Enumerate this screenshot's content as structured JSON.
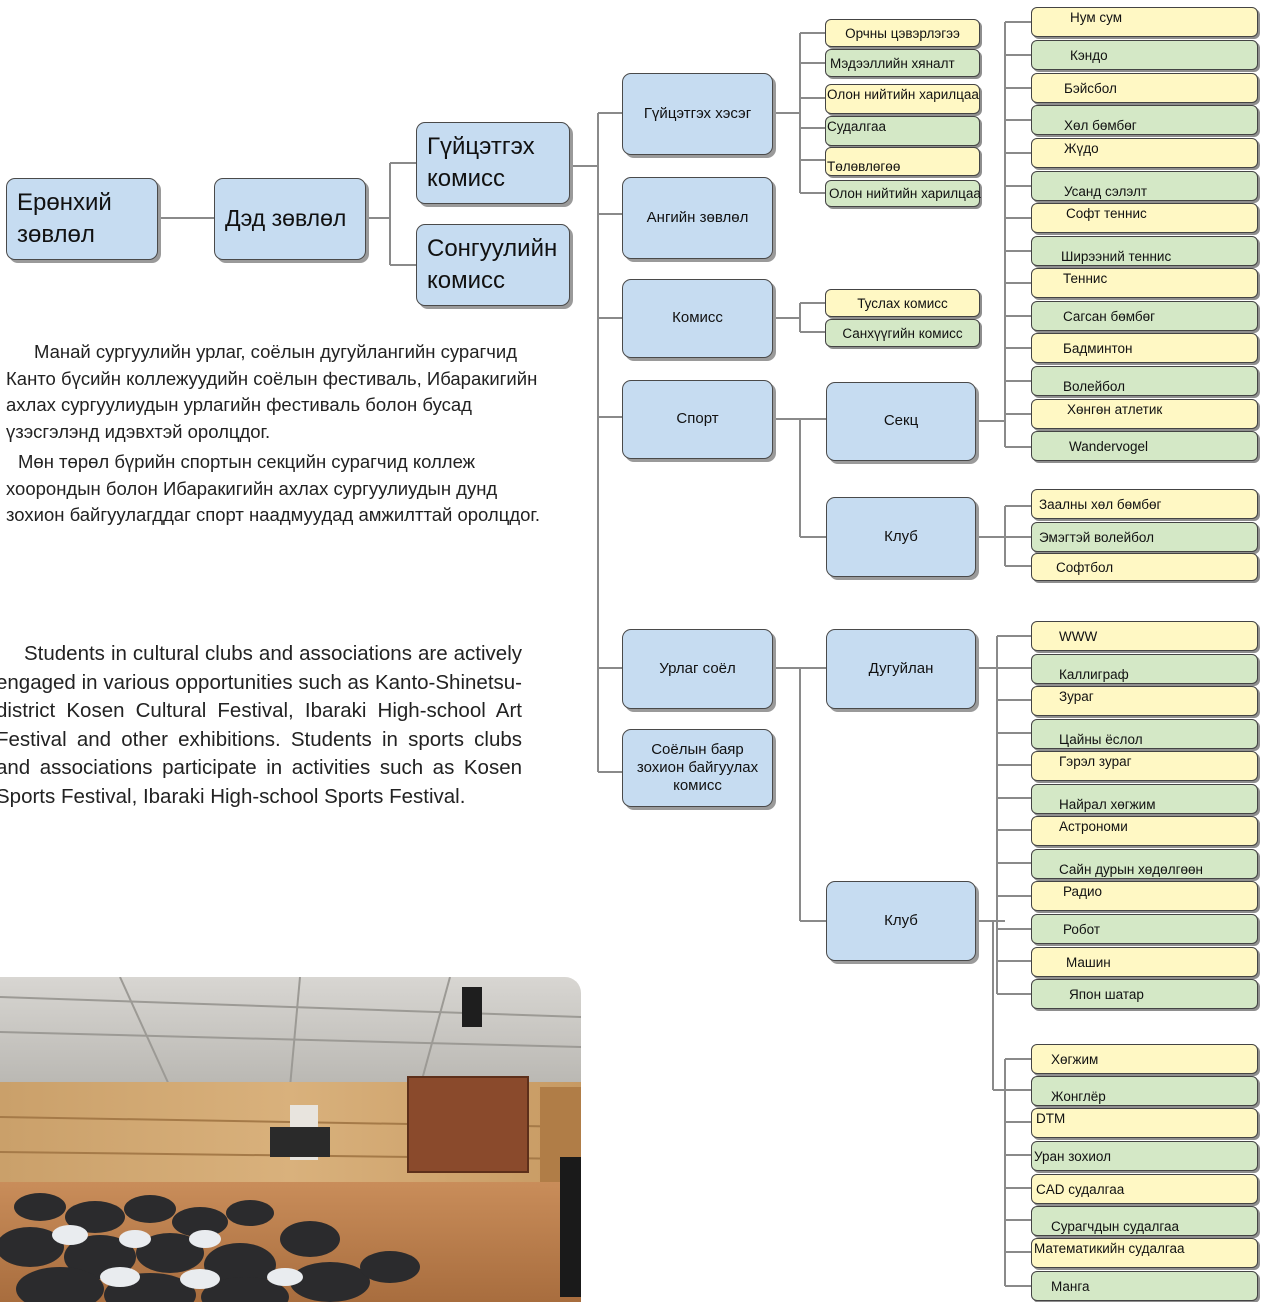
{
  "root": {
    "general_council": "Ерөнхий\nзөвлөл",
    "sub_council": "Дэд зөвлөл",
    "executive_commission": "Гүйцэтгэх\nкомисс",
    "election_commission": "Сонгуулийн\nкомисс"
  },
  "level2": {
    "executive_dept": "Гүйцэтгэх хэсэг",
    "class_council": "Ангийн зөвлөл",
    "commission": "Комисс",
    "sports": "Спорт",
    "arts_culture": "Урлаг соёл",
    "festival_committee": "Соёлын баяр\nзохион байгуулах\nкомисс"
  },
  "level3": {
    "sports_section": "Секц",
    "sports_club": "Клуб",
    "arts_circle": "Дугуйлан",
    "arts_club": "Клуб"
  },
  "executive_items": [
    "Орчны цэвэрлэгээ",
    "Мэдээллийн хяналт",
    "Олон нийтийн харилцаа",
    "Судалгаа",
    "Төлөвлөгөө",
    "Олон нийтийн харилцаа"
  ],
  "commission_items": [
    "Туслах комисс",
    "Санхүүгийн комисс"
  ],
  "section_items": [
    "Нум сум",
    "Кэндо",
    "Бэйсбол",
    "Хөл бөмбөг",
    "Жүдо",
    "Усанд сэлэлт",
    "Софт теннис",
    "Ширээний теннис",
    "Теннис",
    "Сагсан бөмбөг",
    "Бадминтон",
    "Волейбол",
    "Хөнгөн атлетик",
    "Wandervogel"
  ],
  "sports_club_items": [
    "Заалны хөл бөмбөг",
    "Эмэгтэй волейбол",
    "Софтбол"
  ],
  "circle_items": [
    "WWW",
    "Каллиграф",
    "Зураг",
    "Цайны ёслол",
    "Гэрэл зураг",
    "Найрал хөгжим",
    "Астрономи",
    "Сайн дурын хөдөлгөөн",
    "Радио",
    "Робот",
    "Машин",
    "Япон шатар"
  ],
  "arts_club_items": [
    "Хөгжим",
    "Жонглёр",
    "DTM",
    "Уран зохиол",
    "CAD судалгаа",
    "Сурагчдын судалгаа",
    "Математикийн судалгаа",
    "Манга"
  ],
  "text": {
    "mn_p1": "Манай сургуулийн урлаг, соёлын дугуйлангийн сурагчид Канто бүсийн коллежуудийн соёлын фестиваль, Ибаракигийн ахлах сургуулиудын урлагийн фестиваль болон бусад үзэсгэлэнд идэвхтэй оролцдог.",
    "mn_p2": "Мөн төрөл бүрийн спортын секцийн сурагчид коллеж хоорондын болон Ибаракигийн ахлах сургуулиудын дунд зохион байгуулагддаг спорт наадмуудад амжилттай оролцдог.",
    "en": "Students in cultural clubs and associations are actively engaged in various opportunities such as Kanto-Shinetsu-district Kosen Cultural Festival, Ibaraki High-school Art Festival and other exhibitions. Students in sports clubs and associations participate in activities such as Kosen Sports Festival, Ibaraki High-school Sports Festival."
  },
  "colors": {
    "box_blue": "#c6dcf1",
    "leaf_yellow": "#fff8c4",
    "leaf_green": "#d4e8c6",
    "connector": "#8a8a8a"
  }
}
